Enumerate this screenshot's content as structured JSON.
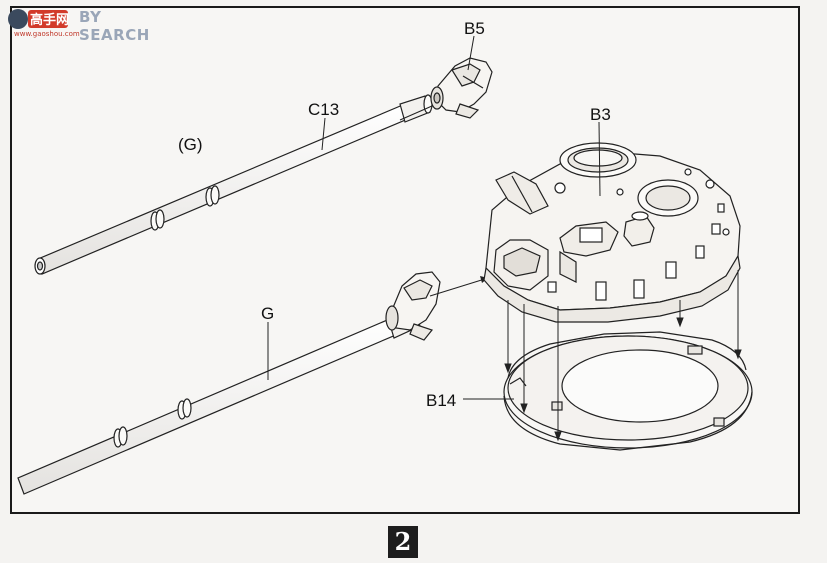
{
  "watermark": {
    "brand_cn": "高手网",
    "brand_text": "BY SEARCH",
    "url": "www.gaoshou.com"
  },
  "labels": {
    "b5": "B5",
    "c13": "C13",
    "g_paren": "(G)",
    "b3": "B3",
    "g": "G",
    "b14": "B14"
  },
  "step_number": "2"
}
